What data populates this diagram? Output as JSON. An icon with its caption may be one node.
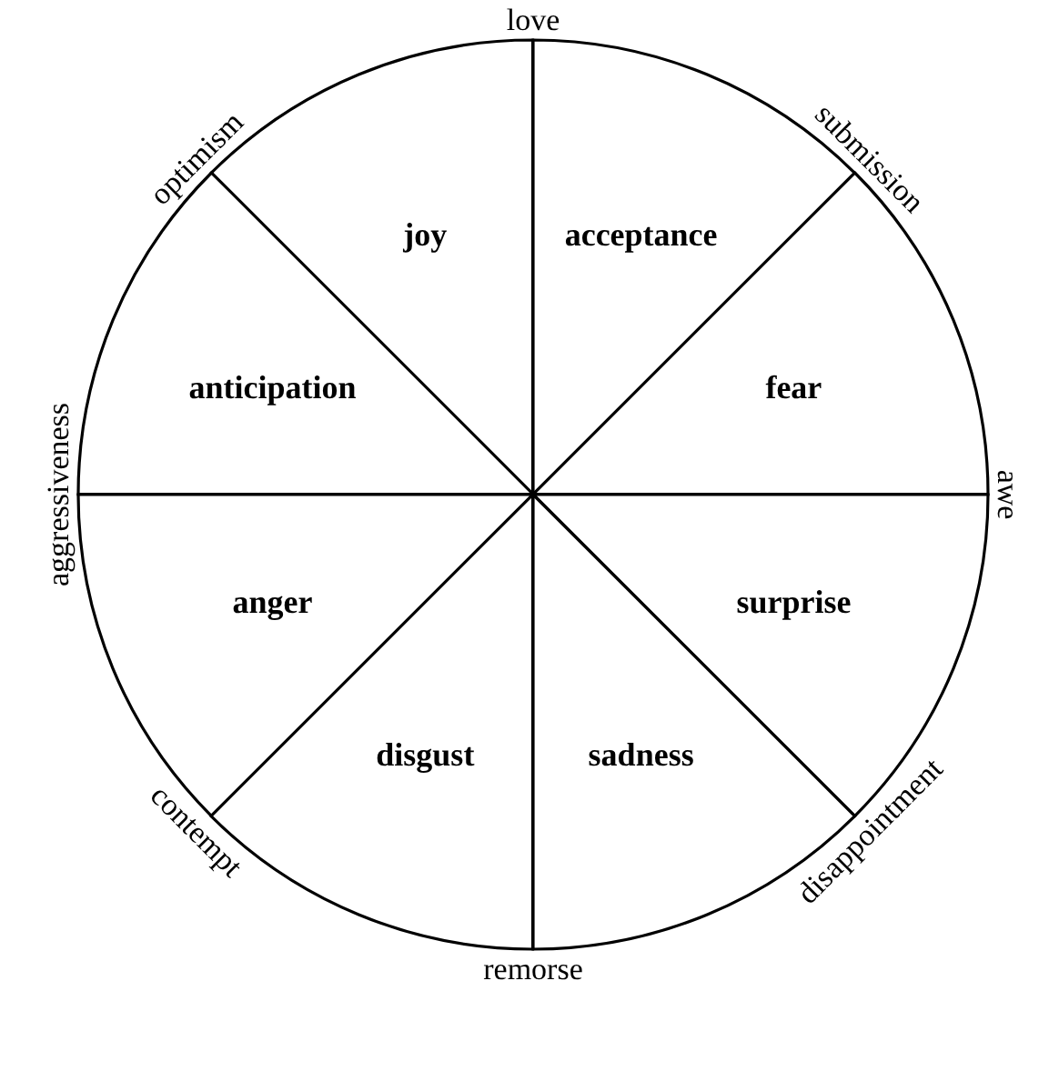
{
  "diagram": {
    "nodes": [
      {
        "text": [
          "joy"
        ]
      },
      {
        "text": [
          "acceptance"
        ]
      },
      {
        "text": [
          "anticipation"
        ]
      },
      {
        "text": [
          "fear"
        ]
      },
      {
        "text": [
          "anger"
        ]
      },
      {
        "text": [
          "surprise"
        ]
      },
      {
        "text": [
          "disgust"
        ]
      },
      {
        "text": [
          "sadness"
        ]
      }
    ],
    "labels": [
      "love",
      "submission",
      "awe",
      "disappointment",
      "remorse",
      "contempt",
      "aggressiveness",
      "optimism"
    ]
  }
}
